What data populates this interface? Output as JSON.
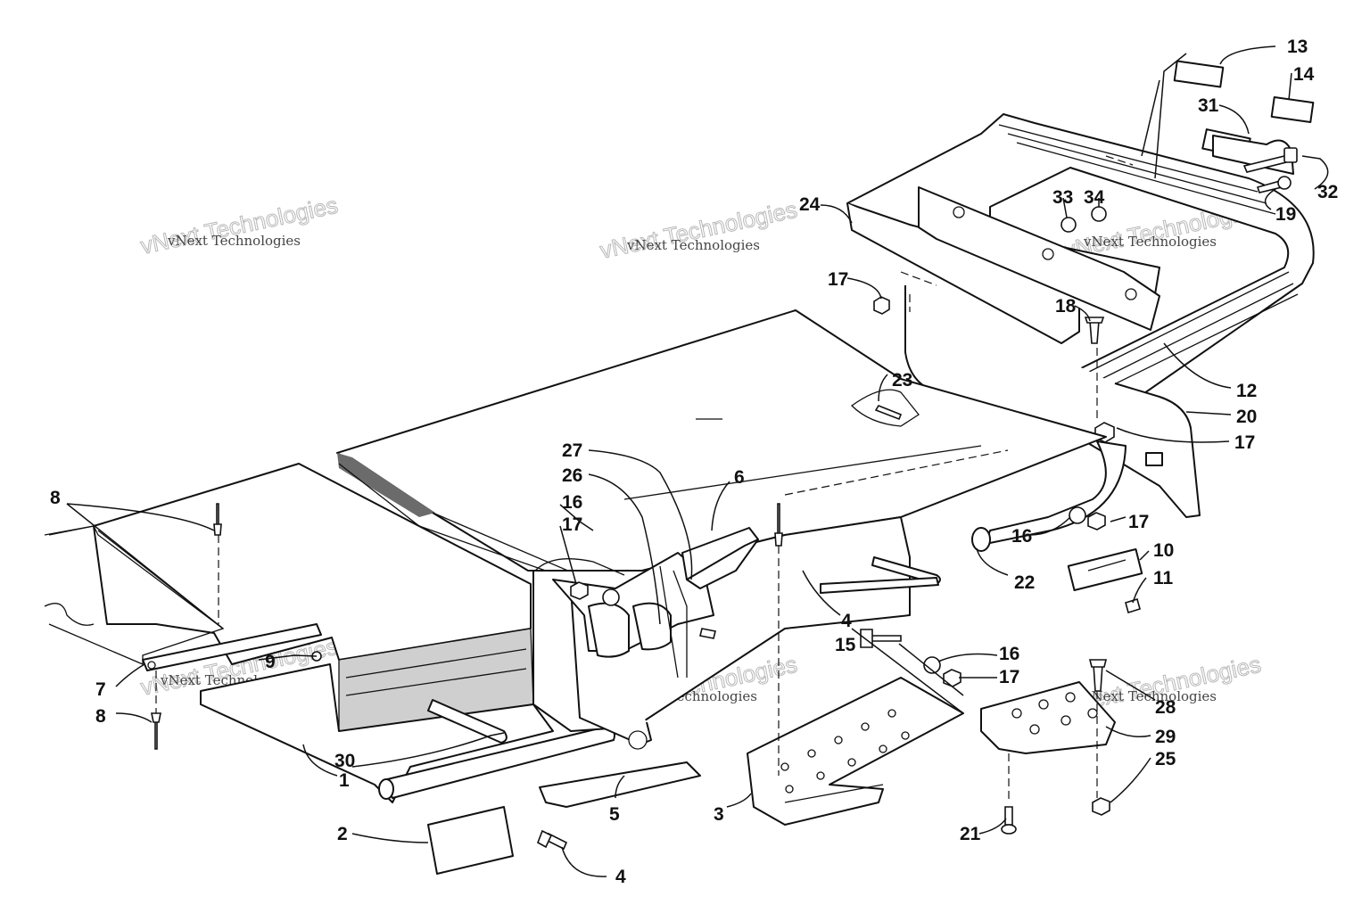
{
  "watermarks": [
    {
      "big": "vNext Technologies",
      "small": "vNext Technologies"
    },
    {
      "big": "vNext Technologies",
      "small": "vNext Technologies"
    },
    {
      "big": "vNext Technologies",
      "small": "vNext Technologies"
    },
    {
      "big": "vNext Technologies",
      "small": "vNext Technologies"
    },
    {
      "big": "vNext Technologies",
      "small": "vNext Technologies"
    },
    {
      "big": "vNext Technologies",
      "small": "vNext Technologies"
    }
  ],
  "callouts": [
    {
      "id": "c13",
      "label": "13"
    },
    {
      "id": "c14",
      "label": "14"
    },
    {
      "id": "c31",
      "label": "31"
    },
    {
      "id": "c32",
      "label": "32"
    },
    {
      "id": "c19",
      "label": "19"
    },
    {
      "id": "c24",
      "label": "24"
    },
    {
      "id": "c33",
      "label": "33"
    },
    {
      "id": "c34",
      "label": "34"
    },
    {
      "id": "c17a",
      "label": "17"
    },
    {
      "id": "c18",
      "label": "18"
    },
    {
      "id": "c23",
      "label": "23"
    },
    {
      "id": "c12",
      "label": "12"
    },
    {
      "id": "c20",
      "label": "20"
    },
    {
      "id": "c17b",
      "label": "17"
    },
    {
      "id": "c27",
      "label": "27"
    },
    {
      "id": "c26",
      "label": "26"
    },
    {
      "id": "c6",
      "label": "6"
    },
    {
      "id": "c16a",
      "label": "16"
    },
    {
      "id": "c17c",
      "label": "17"
    },
    {
      "id": "c8a",
      "label": "8"
    },
    {
      "id": "c16b",
      "label": "16"
    },
    {
      "id": "c17d",
      "label": "17"
    },
    {
      "id": "c10",
      "label": "10"
    },
    {
      "id": "c22",
      "label": "22"
    },
    {
      "id": "c11",
      "label": "11"
    },
    {
      "id": "c4a",
      "label": "4"
    },
    {
      "id": "c15",
      "label": "15"
    },
    {
      "id": "c16c",
      "label": "16"
    },
    {
      "id": "c17e",
      "label": "17"
    },
    {
      "id": "c7",
      "label": "7"
    },
    {
      "id": "c9",
      "label": "9"
    },
    {
      "id": "c8b",
      "label": "8"
    },
    {
      "id": "c28",
      "label": "28"
    },
    {
      "id": "c29",
      "label": "29"
    },
    {
      "id": "c25",
      "label": "25"
    },
    {
      "id": "c30",
      "label": "30"
    },
    {
      "id": "c1",
      "label": "1"
    },
    {
      "id": "c5",
      "label": "5"
    },
    {
      "id": "c2",
      "label": "2"
    },
    {
      "id": "c3",
      "label": "3"
    },
    {
      "id": "c21",
      "label": "21"
    },
    {
      "id": "c4b",
      "label": "4"
    }
  ]
}
